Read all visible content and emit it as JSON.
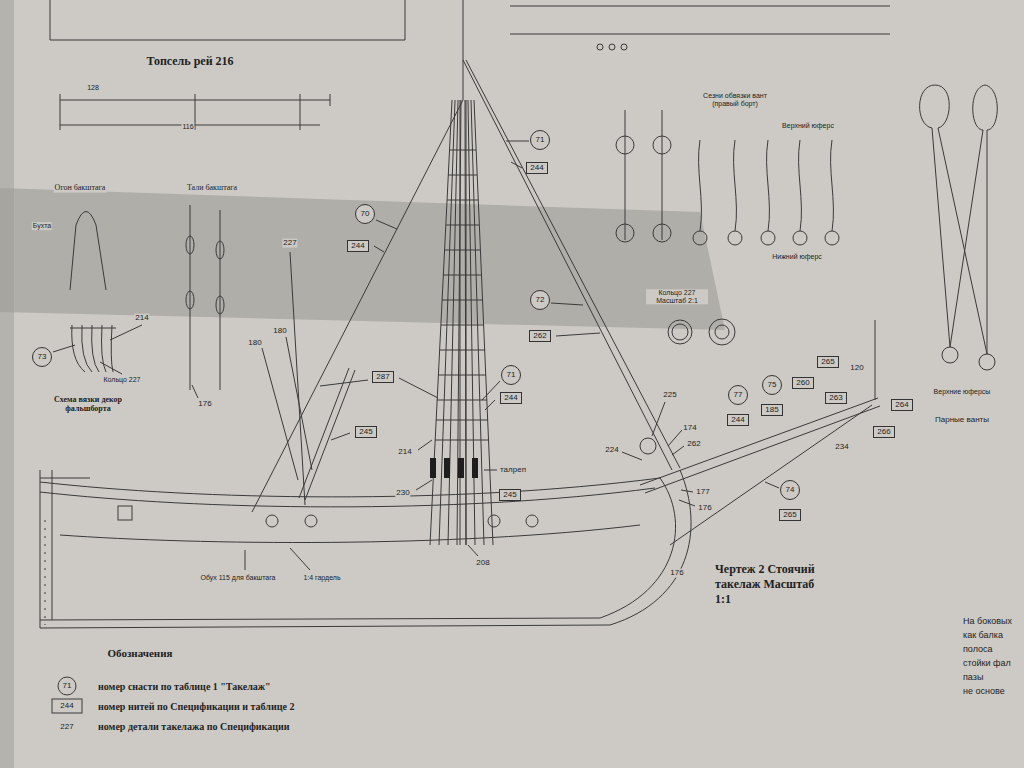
{
  "diagram": {
    "caption": "Чертеж 2 Стоячий такелаж Масштаб 1:1",
    "nodes": [
      {
        "text": [
          "71"
        ]
      },
      {
        "text": [
          "244"
        ]
      },
      {
        "text": [
          "70"
        ]
      },
      {
        "text": [
          "244"
        ]
      },
      {
        "text": [
          "72"
        ]
      },
      {
        "text": [
          "262"
        ]
      },
      {
        "text": [
          "287"
        ]
      },
      {
        "text": [
          "73"
        ]
      },
      {
        "text": [
          "71"
        ]
      },
      {
        "text": [
          "244"
        ]
      },
      {
        "text": [
          "245"
        ]
      },
      {
        "text": [
          "265"
        ]
      },
      {
        "text": [
          "260"
        ]
      },
      {
        "text": [
          "263"
        ]
      },
      {
        "text": [
          "77"
        ]
      },
      {
        "text": [
          "75"
        ]
      },
      {
        "text": [
          "264"
        ]
      },
      {
        "text": [
          "244"
        ]
      },
      {
        "text": [
          "185"
        ]
      },
      {
        "text": [
          "266"
        ]
      },
      {
        "text": [
          "245"
        ]
      },
      {
        "text": [
          "74"
        ]
      },
      {
        "text": [
          "265"
        ]
      }
    ],
    "labels": [
      "Топсель рей 216",
      "128",
      "116",
      "Огон бакштага",
      "Тали бакштага",
      "Бухта",
      "214",
      "Кольцо 227",
      "Схема вязки декор фальшборта",
      "227",
      "180",
      "180",
      "176",
      "Сезни обвязки вант (правый борт)",
      "Верхний юферс",
      "Нижний юферс",
      "Кольцо 227 Масштаб 2:1",
      "225",
      "174",
      "262",
      "224",
      "177",
      "176",
      "176",
      "120",
      "234",
      "214",
      "230",
      "талреп",
      "208",
      "Обух 115 для бакштага",
      "1:4 гардель",
      "Верхние юферсы",
      "Парные ванты",
      "Обозначения",
      "71",
      "244",
      "227",
      "На боковых",
      "как балка",
      "полоса",
      "стойки фал",
      "пазы",
      "не основе"
    ],
    "legend": [
      {
        "text": "номер снасти по таблице 1 \"Такелаж\""
      },
      {
        "text": "номер нитей по Спецификации и таблице 2"
      },
      {
        "text": "номер детали такелажа по Спецификации"
      }
    ]
  }
}
